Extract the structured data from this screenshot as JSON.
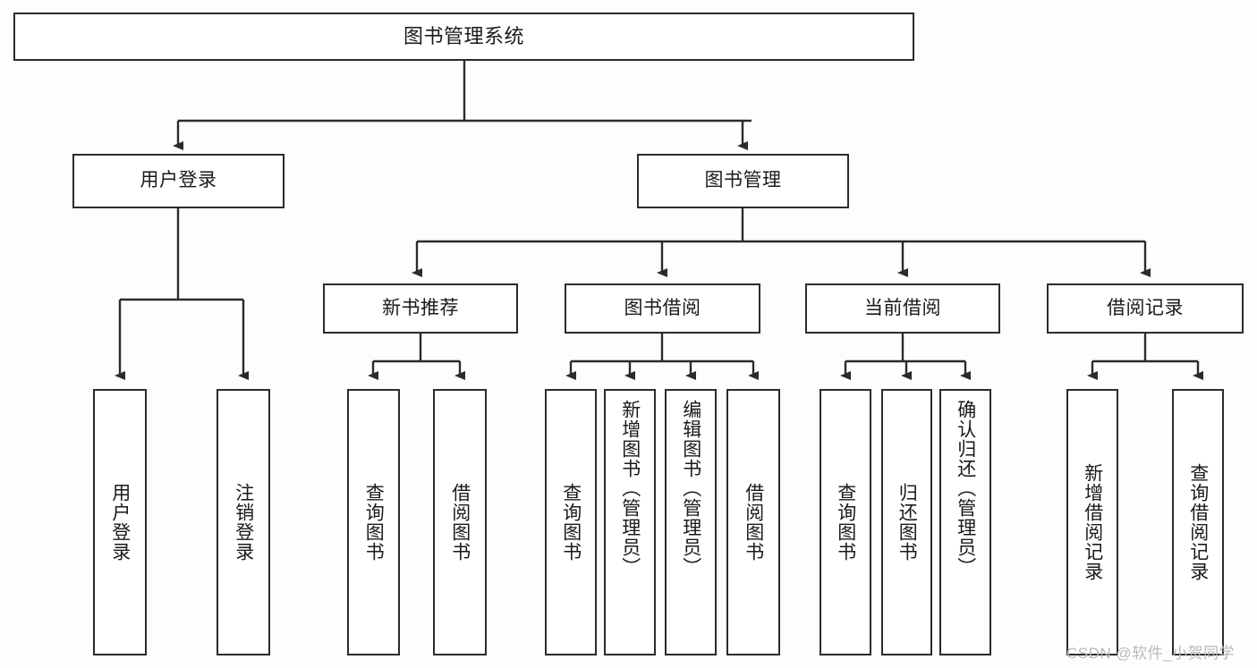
{
  "diagram": {
    "type": "tree-hierarchy-chart",
    "title": "图书管理系统",
    "watermark": "CSDN @软件_小贺同学",
    "colors": {
      "box_border": "#2b2b2b",
      "box_fill": "#ffffff",
      "connector": "#2b2b2b",
      "text": "#1a1a1a",
      "watermark": "#b9b9b9",
      "background": "#fdfdfd"
    },
    "nodes": {
      "root": {
        "label": "图书管理系统"
      },
      "level1": [
        {
          "id": "user-login",
          "label": "用户登录"
        },
        {
          "id": "book-manage",
          "label": "图书管理"
        }
      ],
      "level2": [
        {
          "id": "new-book-recommend",
          "label": "新书推荐",
          "parent": "book-manage"
        },
        {
          "id": "book-borrow",
          "label": "图书借阅",
          "parent": "book-manage"
        },
        {
          "id": "current-borrow",
          "label": "当前借阅",
          "parent": "book-manage"
        },
        {
          "id": "borrow-record",
          "label": "借阅记录",
          "parent": "book-manage"
        }
      ],
      "leaves": [
        {
          "id": "leaf-user-login",
          "label": "用户登录",
          "parent": "user-login"
        },
        {
          "id": "leaf-user-logout",
          "label": "注销登录",
          "parent": "user-login"
        },
        {
          "id": "leaf-query-book-1",
          "label": "查询图书",
          "parent": "new-book-recommend"
        },
        {
          "id": "leaf-borrow-book-1",
          "label": "借阅图书",
          "parent": "new-book-recommend"
        },
        {
          "id": "leaf-query-book-2",
          "label": "查询图书",
          "parent": "book-borrow"
        },
        {
          "id": "leaf-add-book",
          "label": "新增图书（管理员）",
          "parent": "book-borrow"
        },
        {
          "id": "leaf-edit-book",
          "label": "编辑图书（管理员）",
          "parent": "book-borrow"
        },
        {
          "id": "leaf-borrow-book-2",
          "label": "借阅图书",
          "parent": "book-borrow"
        },
        {
          "id": "leaf-query-book-3",
          "label": "查询图书",
          "parent": "current-borrow"
        },
        {
          "id": "leaf-return-book",
          "label": "归还图书",
          "parent": "current-borrow"
        },
        {
          "id": "leaf-confirm-return",
          "label": "确认归还（管理员）",
          "parent": "current-borrow"
        },
        {
          "id": "leaf-add-record",
          "label": "新增借阅记录",
          "parent": "borrow-record"
        },
        {
          "id": "leaf-query-record",
          "label": "查询借阅记录",
          "parent": "borrow-record"
        }
      ]
    }
  }
}
